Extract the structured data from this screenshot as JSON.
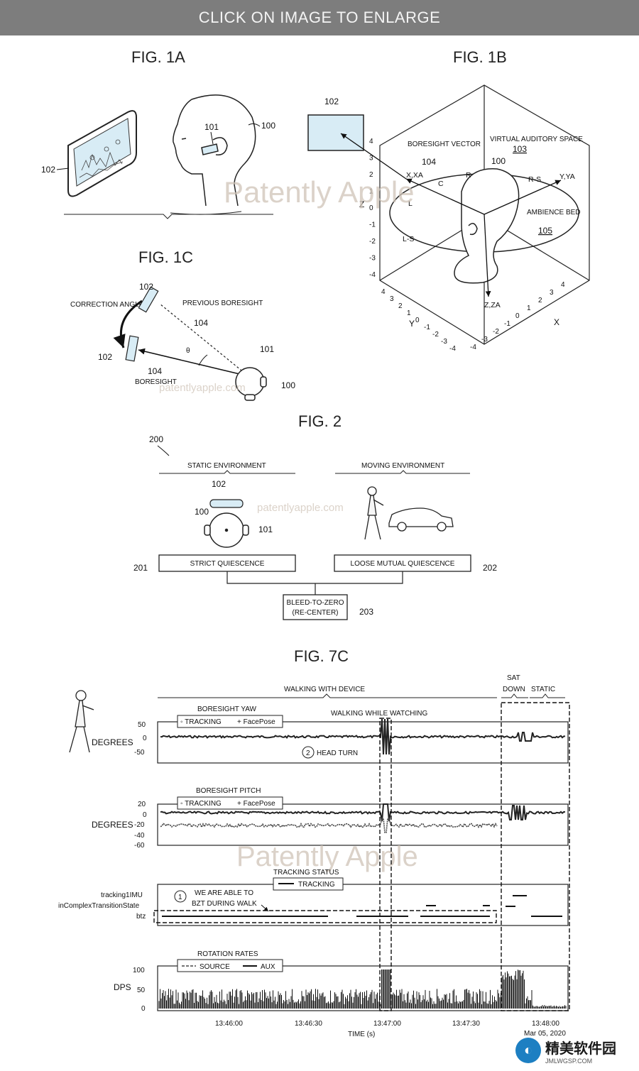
{
  "topbar": {
    "label": "CLICK ON IMAGE TO ENLARGE"
  },
  "watermark": {
    "main": "Patently Apple",
    "url": "patentlyapple.com"
  },
  "fig1a": {
    "title": "FIG. 1A",
    "labels": {
      "device": "102",
      "user": "100",
      "earbud": "101"
    }
  },
  "fig1b": {
    "title": "FIG. 1B",
    "labels": {
      "device": "102",
      "boresight": "BORESIGHT VECTOR",
      "boresight_num": "104",
      "virtual": "VIRTUAL AUDITORY SPACE",
      "virtual_num": "103",
      "user": "100",
      "xaxis": "X,XA",
      "yaxis": "Y,YA",
      "zaxis": "Z,ZA",
      "ambience": "AMBIENCE BED",
      "ambience_num": "105",
      "c": "C",
      "r": "R",
      "l": "L",
      "rs": "R-S",
      "ls": "L-S",
      "z": "Z",
      "y": "Y",
      "x": "X"
    },
    "ticks_z": [
      "4",
      "3",
      "2",
      "1",
      "0",
      "-1",
      "-2",
      "-3",
      "-4"
    ],
    "ticks_y": [
      "4",
      "3",
      "2",
      "1",
      "0",
      "-1",
      "-2",
      "-3",
      "-4"
    ],
    "ticks_x": [
      "-4",
      "-3",
      "-2",
      "-1",
      "0",
      "1",
      "2",
      "3",
      "4"
    ]
  },
  "fig1c": {
    "title": "FIG. 1C",
    "labels": {
      "correction": "CORRECTION ANGLE",
      "previous": "PREVIOUS BORESIGHT",
      "previous_num": "104",
      "theta": "θ",
      "device_top": "102",
      "device_bottom": "102",
      "boresight_num": "104",
      "boresight": "BORESIGHT",
      "earbud": "101",
      "user": "100"
    }
  },
  "fig2": {
    "title": "FIG. 2",
    "ref": "200",
    "static": "STATIC ENVIRONMENT",
    "moving": "MOVING ENVIRONMENT",
    "device": "102",
    "user": "100",
    "earbud": "101",
    "strict": "STRICT QUIESCENCE",
    "strict_num": "201",
    "loose": "LOOSE MUTUAL QUIESCENCE",
    "loose_num": "202",
    "bleed1": "BLEED-TO-ZERO",
    "bleed2": "(RE-CENTER)",
    "bleed_num": "203"
  },
  "fig7c": {
    "title": "FIG. 7C",
    "walking": "WALKING WITH DEVICE",
    "sat1": "SAT",
    "sat2": "DOWN",
    "static": "STATIC",
    "degrees": "DEGREES",
    "yaw": {
      "title": "BORESIGHT YAW",
      "legend_tracking": "TRACKING",
      "legend_face": "FacePose",
      "annotation": "WALKING WHILE WATCHING",
      "head_turn_num": "2",
      "head_turn": "HEAD TURN",
      "ticks": [
        "50",
        "0",
        "-50"
      ]
    },
    "pitch": {
      "title": "BORESIGHT PITCH",
      "legend_tracking": "TRACKING",
      "legend_face": "FacePose",
      "ticks": [
        "20",
        "0",
        "-20",
        "-40",
        "-60"
      ]
    },
    "status": {
      "title": "TRACKING STATUS",
      "legend": "TRACKING",
      "rows": [
        "tracking1IMU",
        "inComplexTransitionState",
        "btz"
      ],
      "note_num": "1",
      "note1": "WE ARE ABLE TO",
      "note2": "BZT DURING WALK"
    },
    "rates": {
      "title": "ROTATION RATES",
      "legend_source": "SOURCE",
      "legend_aux": "AUX",
      "ylabel": "DPS",
      "ticks": [
        "100",
        "50",
        "0"
      ]
    },
    "xticks": [
      "13:46:00",
      "13:46:30",
      "13:47:00",
      "13:47:30",
      "13:48:00"
    ],
    "date": "Mar 05, 2020",
    "xlabel": "TIME (s)"
  },
  "logo": {
    "mark": "◐",
    "cn": "精美软件园",
    "en": "JMLWGSP.COM"
  }
}
